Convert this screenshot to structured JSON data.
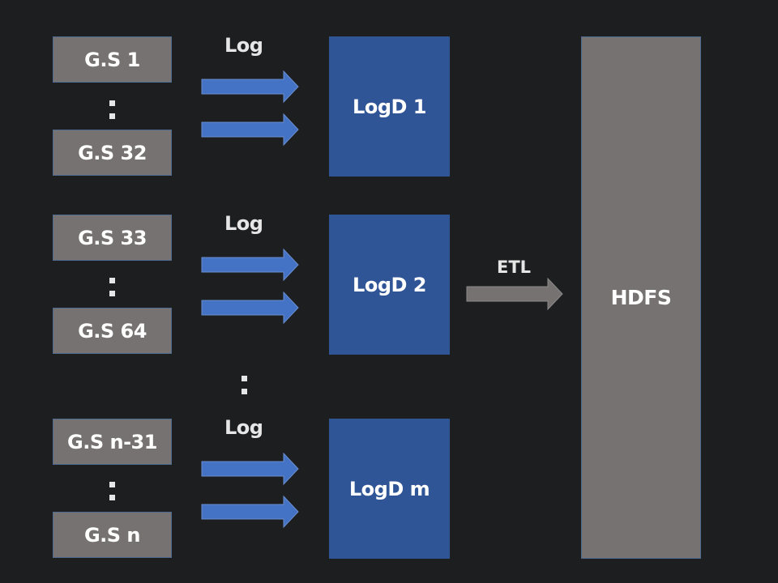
{
  "groups": [
    {
      "servers": [
        "G.S 1",
        "G.S 32"
      ],
      "arrow_label": "Log",
      "daemon": "LogD 1"
    },
    {
      "servers": [
        "G.S 33",
        "G.S 64"
      ],
      "arrow_label": "Log",
      "daemon": "LogD 2"
    },
    {
      "servers": [
        "G.S n-31",
        "G.S n"
      ],
      "arrow_label": "Log",
      "daemon": "LogD m"
    }
  ],
  "etl_label": "ETL",
  "storage": "HDFS",
  "colors": {
    "background": "#1d1e20",
    "server_box": "#767271",
    "daemon_box": "#2f5597",
    "log_arrow": "#4472c4",
    "etl_arrow": "#767271"
  }
}
